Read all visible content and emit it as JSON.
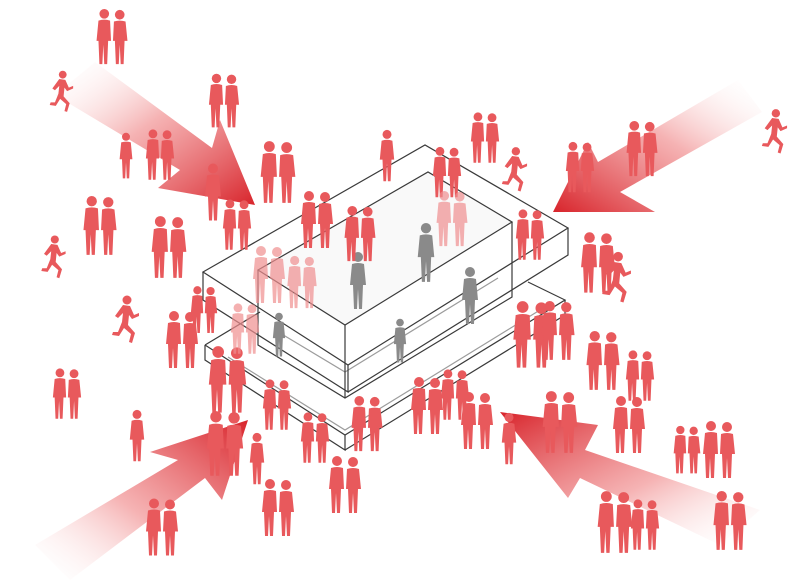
{
  "diagram": {
    "kind": "isometric-axonometric",
    "description_visible_text": "",
    "colors": {
      "crowd": "#e8595c",
      "crowd_light": "#f08f90",
      "arrow": "#d8242b",
      "building_line": "#3a3a3a",
      "inner_people": "#8a8a8a",
      "background": "#ffffff"
    },
    "arrows": [
      {
        "name": "arrow-top-left",
        "direction": "inward"
      },
      {
        "name": "arrow-top-right",
        "direction": "inward"
      },
      {
        "name": "arrow-bottom-left",
        "direction": "inward"
      },
      {
        "name": "arrow-bottom-right",
        "direction": "inward"
      }
    ],
    "building": {
      "levels": 2,
      "has_inner_courtyard": true
    }
  }
}
